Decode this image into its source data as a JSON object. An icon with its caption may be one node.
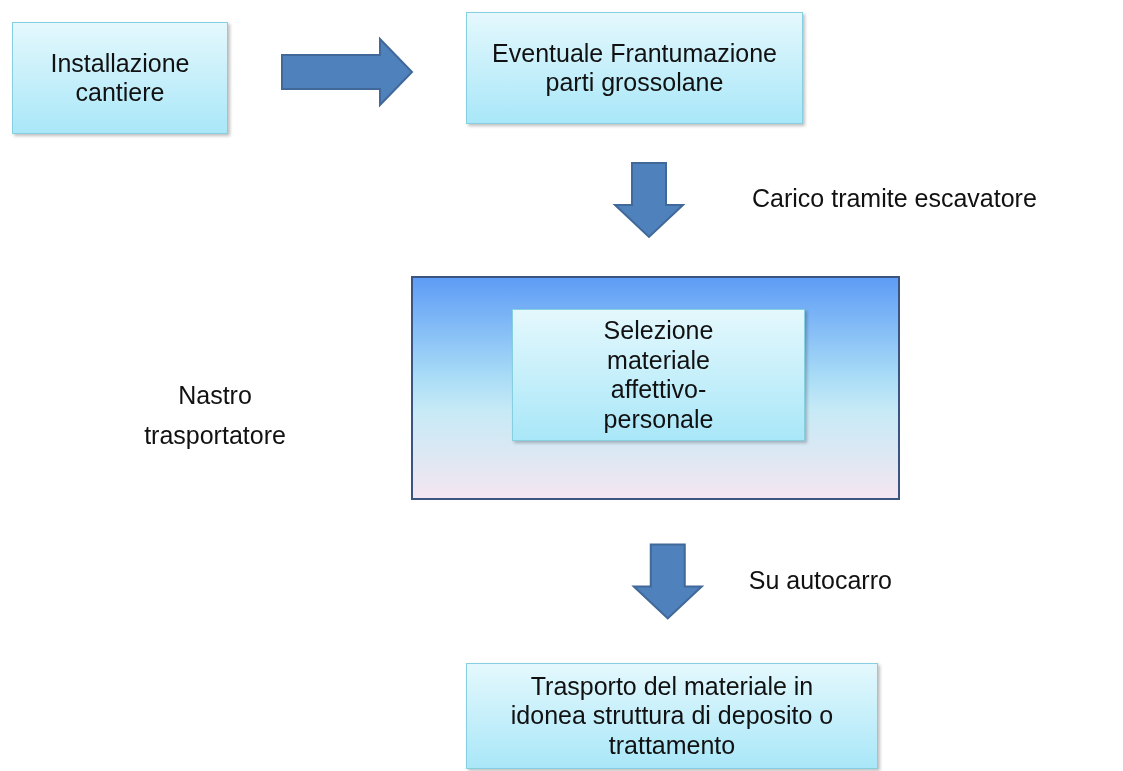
{
  "diagram": {
    "nodes": [
      {
        "text": [
          "Installazione cantiere"
        ]
      },
      {
        "text": [
          "Eventuale Frantumazione parti grossolane"
        ]
      },
      {
        "text": [],
        "shape": "box"
      },
      {
        "text": [
          "Selezione materiale affettivo-personale"
        ],
        "in": 2
      },
      {
        "text": [
          "Trasporto del materiale in idonea struttura di deposito o trattamento"
        ]
      }
    ],
    "edges": [
      {
        "from": 0,
        "to": 1,
        "arrow": "to"
      },
      {
        "from": 1,
        "to": 2,
        "arrow": "to",
        "label": "Carico tramite escavatore"
      },
      {
        "from": 2,
        "to": 4,
        "arrow": "to",
        "label": "Su autocarro"
      }
    ],
    "labels": [
      "Nastro trasportatore"
    ]
  }
}
